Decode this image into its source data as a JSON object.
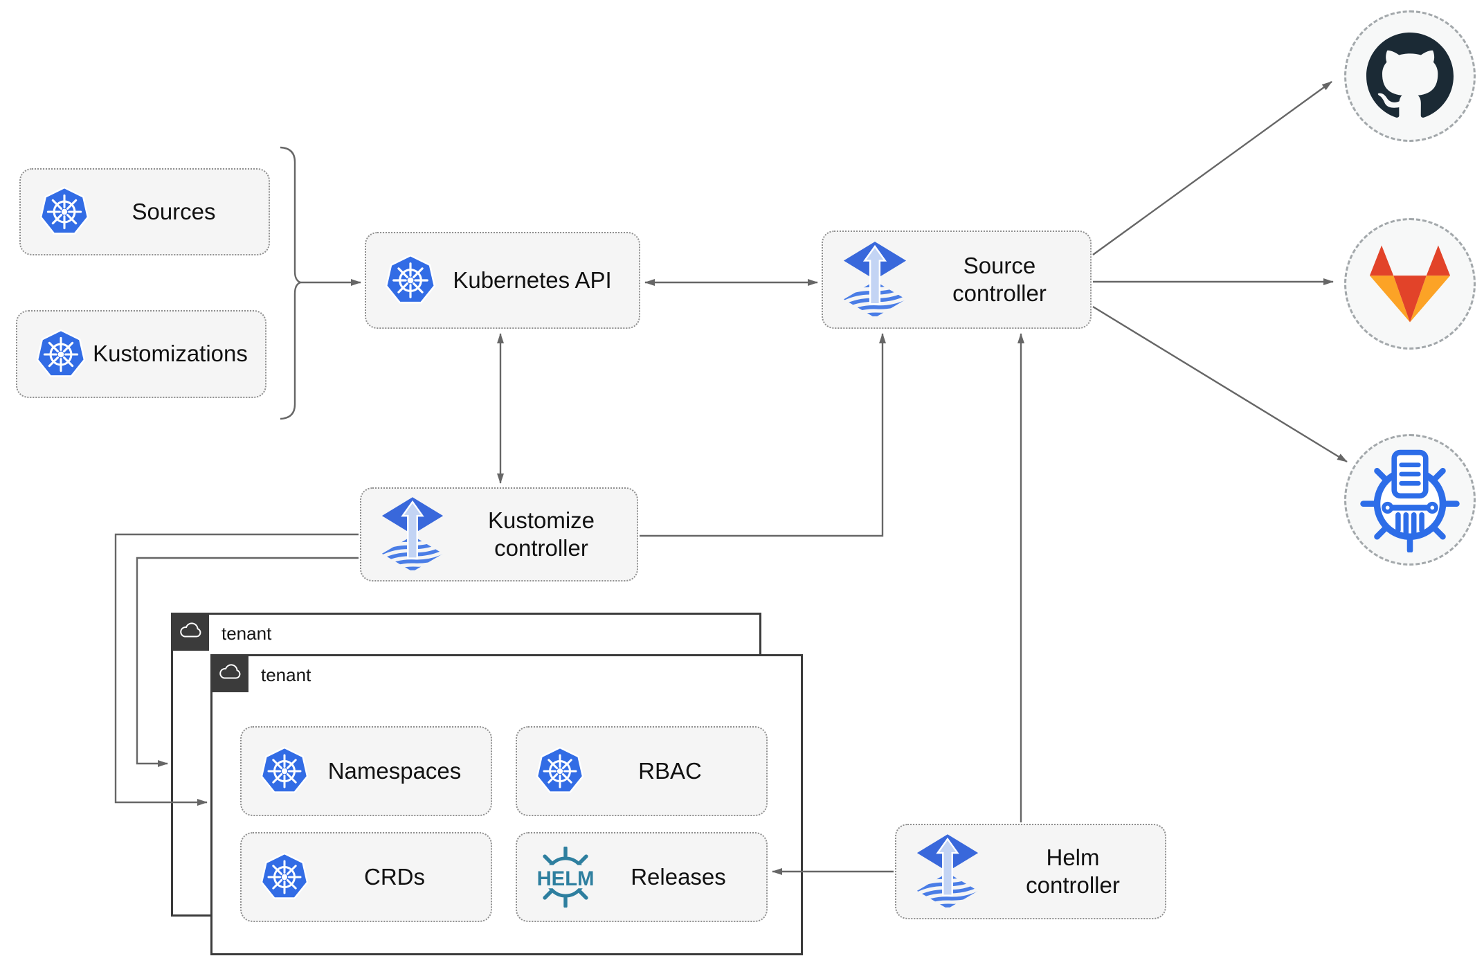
{
  "diagram": {
    "nodes": {
      "sources": {
        "label": "Sources",
        "icon": "kubernetes"
      },
      "kustomizations": {
        "label": "Kustomizations",
        "icon": "kubernetes"
      },
      "kubernetes_api": {
        "label": "Kubernetes API",
        "icon": "kubernetes"
      },
      "source_controller": {
        "label": "Source controller",
        "icon": "flux"
      },
      "kustomize_controller": {
        "label": "Kustomize controller",
        "icon": "flux"
      },
      "helm_controller": {
        "label": "Helm controller",
        "icon": "flux"
      },
      "tenant_outer": {
        "label": "tenant",
        "icon": "cloud"
      },
      "tenant_inner": {
        "label": "tenant",
        "icon": "cloud"
      },
      "namespaces": {
        "label": "Namespaces",
        "icon": "kubernetes"
      },
      "rbac": {
        "label": "RBAC",
        "icon": "kubernetes"
      },
      "crds": {
        "label": "CRDs",
        "icon": "kubernetes"
      },
      "releases": {
        "label": "Releases",
        "icon": "helm"
      }
    },
    "helm_logo_text": "HELM",
    "remotes": [
      {
        "name": "github",
        "icon": "github-icon"
      },
      {
        "name": "gitlab",
        "icon": "gitlab-icon"
      },
      {
        "name": "registry",
        "icon": "container-registry-icon"
      }
    ],
    "edges": [
      "sources/kustomizations -> kubernetes-api",
      "kubernetes-api <-> source-controller",
      "kubernetes-api <-> kustomize-controller",
      "kustomize-controller -> source-controller",
      "kustomize-controller -> tenant-outer",
      "kustomize-controller -> tenant-inner",
      "helm-controller -> source-controller",
      "helm-controller -> releases",
      "source-controller -> github",
      "source-controller -> gitlab",
      "source-controller -> registry"
    ],
    "colors": {
      "kubernetes_blue": "#326CE5",
      "flux_blue": "#3968DB",
      "flux_arrow_light": "#C3D4F4",
      "helm_teal": "#2E7F9F",
      "github_dark": "#1B2A35",
      "gitlab_red": "#E24329",
      "gitlab_amber": "#FCA326",
      "registry_blue": "#2D6DE8",
      "node_fill": "#F5F5F5",
      "connector_gray": "#666666",
      "tenant_border": "#3B3B3B"
    }
  }
}
